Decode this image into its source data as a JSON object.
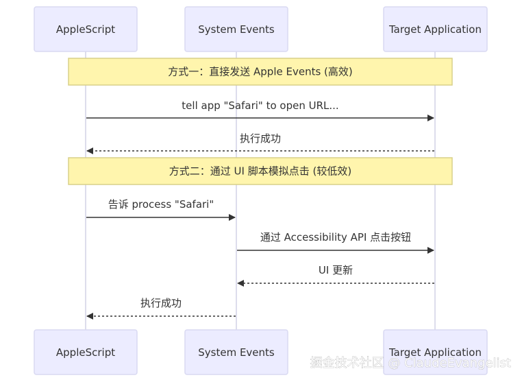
{
  "participants": {
    "applescript": "AppleScript",
    "system_events": "System Events",
    "target_app": "Target Application"
  },
  "notes": {
    "note1": "方式一：直接发送 Apple Events (高效)",
    "note2": "方式二：通过 UI 脚本模拟点击 (较低效)"
  },
  "messages": {
    "m1": "tell app \"Safari\" to open URL...",
    "m2": "执行成功",
    "m3": "告诉 process \"Safari\"",
    "m4": "通过 Accessibility API 点击按钮",
    "m5": "UI 更新",
    "m6": "执行成功"
  },
  "watermark": "掘金技术社区 @ ClaudeEvangelist",
  "colors": {
    "actor_fill": "#ECECFF",
    "actor_border": "#d9d9f2",
    "note_fill": "#FFF5AD",
    "note_border": "#d8d08a",
    "line": "#333333",
    "lifeline": "#d2d2e6",
    "text": "#333333"
  }
}
